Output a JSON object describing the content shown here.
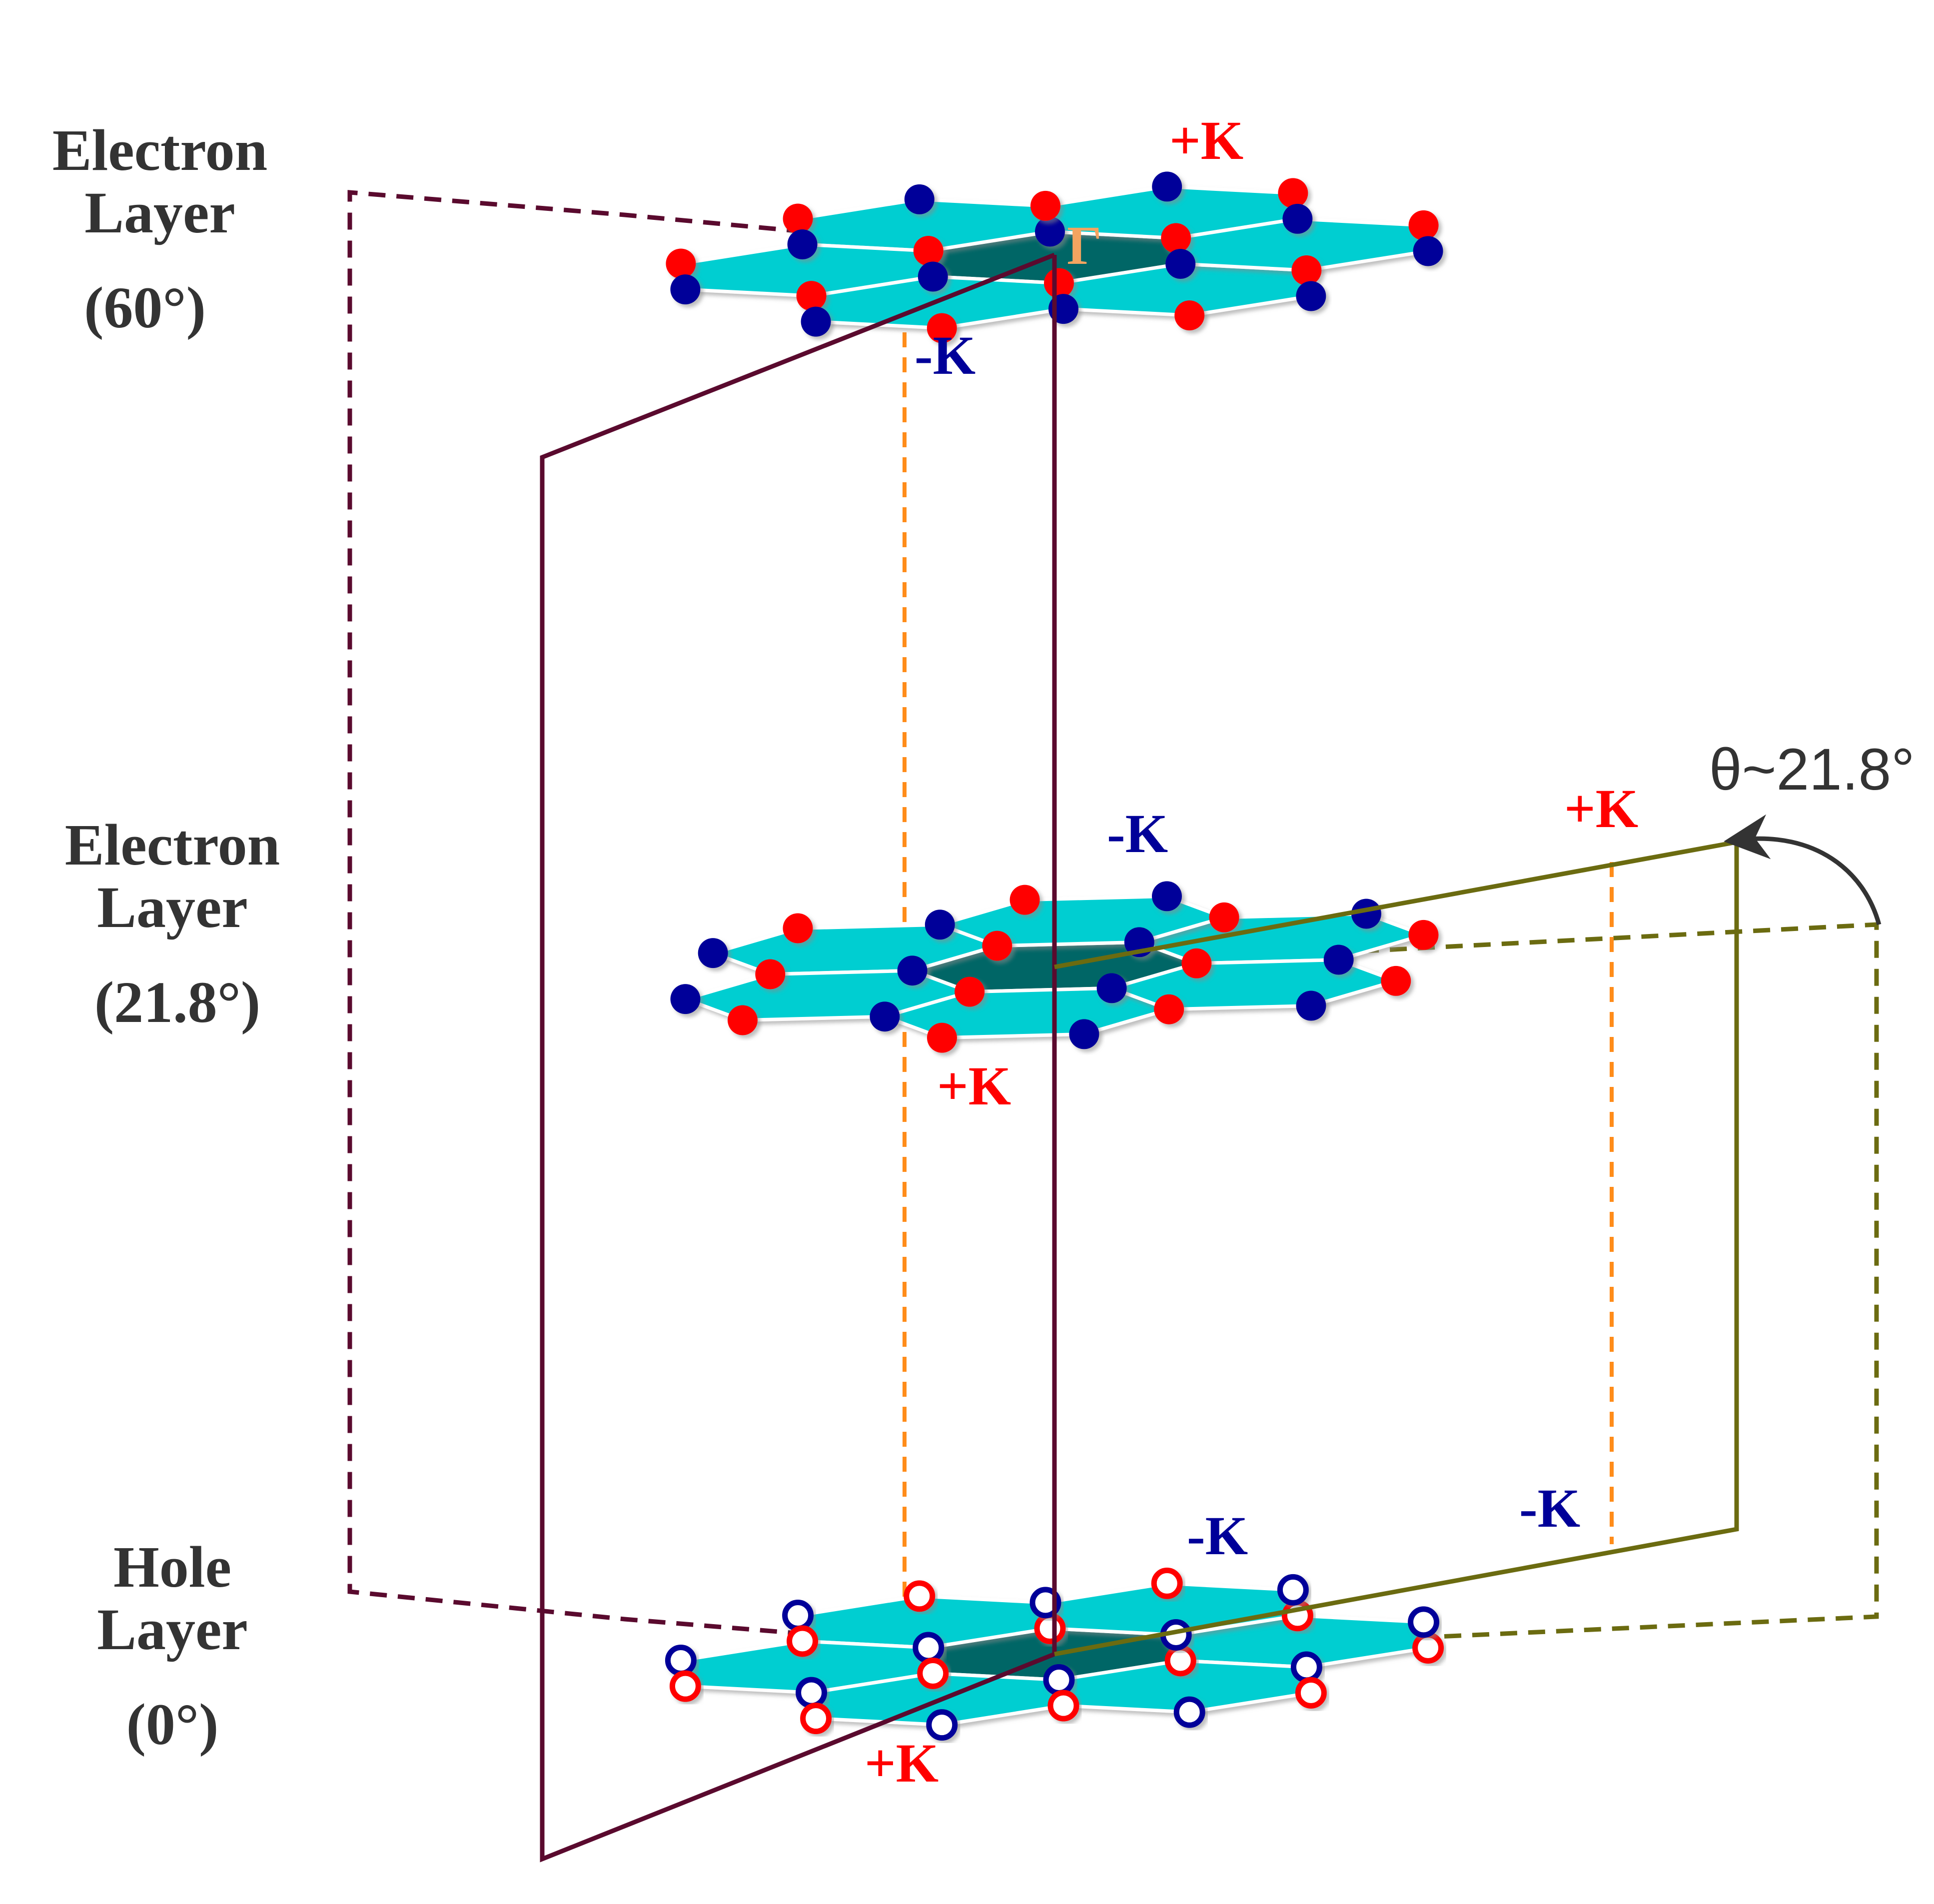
{
  "colors": {
    "hexagon": "#00CED1",
    "central_hexagon": "#006666",
    "edge": "#ffffff",
    "valley_plus": "#ff0000",
    "valley_minus": "#000099",
    "k_plus_text": "#ff0000",
    "k_minus_text": "#000099",
    "gamma_text": "#F4A460",
    "frame_maroon": "#5A0A2E",
    "frame_olive": "#6B6B10",
    "projection_orange": "#FF8C1A",
    "label_gray": "#333333"
  },
  "layers": [
    {
      "id": "top",
      "name_line1": "Electron",
      "name_line2": "Layer",
      "angle": "(60°)",
      "site_style": "filled"
    },
    {
      "id": "middle",
      "name_line1": "Electron",
      "name_line2": "Layer",
      "angle": "(21.8°)",
      "site_style": "filled"
    },
    {
      "id": "bottom",
      "name_line1": "Hole",
      "name_line2": "Layer",
      "angle": "(0°)",
      "site_style": "open"
    }
  ],
  "labels": {
    "gamma": "Γ",
    "top_plus_k": "+K",
    "top_minus_k": "-K",
    "mid_minus_k": "-K",
    "mid_plus_k_center": "+K",
    "mid_plus_k_right": "+K",
    "bottom_minus_k": "-K",
    "bottom_minus_k_right": "-K",
    "bottom_plus_k": "+K",
    "theta": "θ~21.8°"
  },
  "icons": {
    "rotation_arrow": "curved-arrow-icon"
  }
}
